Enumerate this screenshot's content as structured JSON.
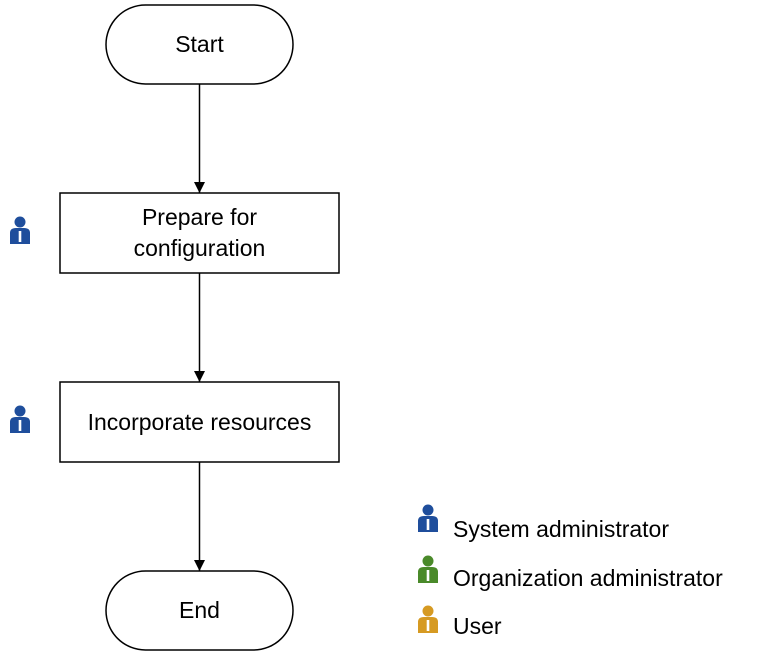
{
  "colors": {
    "system_admin": "#1f4e9c",
    "org_admin": "#4a8a2a",
    "user": "#d69a22",
    "stroke": "#000000"
  },
  "flow": {
    "start_label": "Start",
    "step1_label_line1": "Prepare for",
    "step1_label_line2": "configuration",
    "step2_label": "Incorporate resources",
    "end_label": "End"
  },
  "legend": {
    "system_admin_label": "System administrator",
    "org_admin_label": "Organization administrator",
    "user_label": "User"
  },
  "icons": {
    "step1_role": "person-icon",
    "step2_role": "person-icon"
  }
}
